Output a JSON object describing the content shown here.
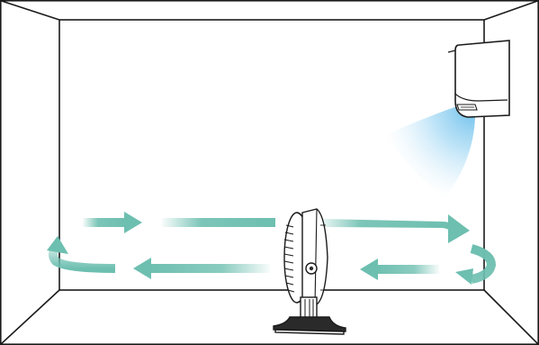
{
  "scene": {
    "colors": {
      "background": "#ffffff",
      "line": "#1a1a1a",
      "airflow_arrow": "#6dbfb0",
      "cold_air": "#7dc6ec",
      "unit_body": "#ffffff",
      "fan_detail": "#2a2a2a"
    },
    "elements": {
      "room": "room-outline",
      "air_conditioner": "wall-mounted-air-conditioner",
      "cold_air": "cold-air-stream",
      "fan": "circulator-fan",
      "airflow": "airflow-loop-arrows"
    }
  }
}
